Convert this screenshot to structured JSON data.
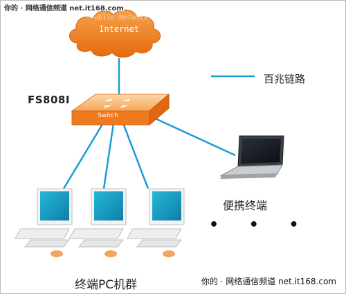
{
  "watermark_top": "你的 · 网络通信频道 net.it168.com",
  "watermark_bottom": "你的 · 网络通信频道  net.it168.com",
  "cloud": {
    "label_top": "Public Network",
    "label": "Internet"
  },
  "legend": {
    "label": "百兆链路",
    "line_color": "#1a9bd7"
  },
  "switch": {
    "model": "FS808I",
    "label": "Switch",
    "color": "#f07a1e"
  },
  "laptop": {
    "label": "便携终端"
  },
  "pc_group": {
    "label": "终端PC机群",
    "ellipsis": "• • •"
  },
  "colors": {
    "link": "#1a9bd7",
    "cloud": "#f07a1e",
    "pc_body": "#f2f2f2",
    "pc_screen": "#19a6c9"
  }
}
